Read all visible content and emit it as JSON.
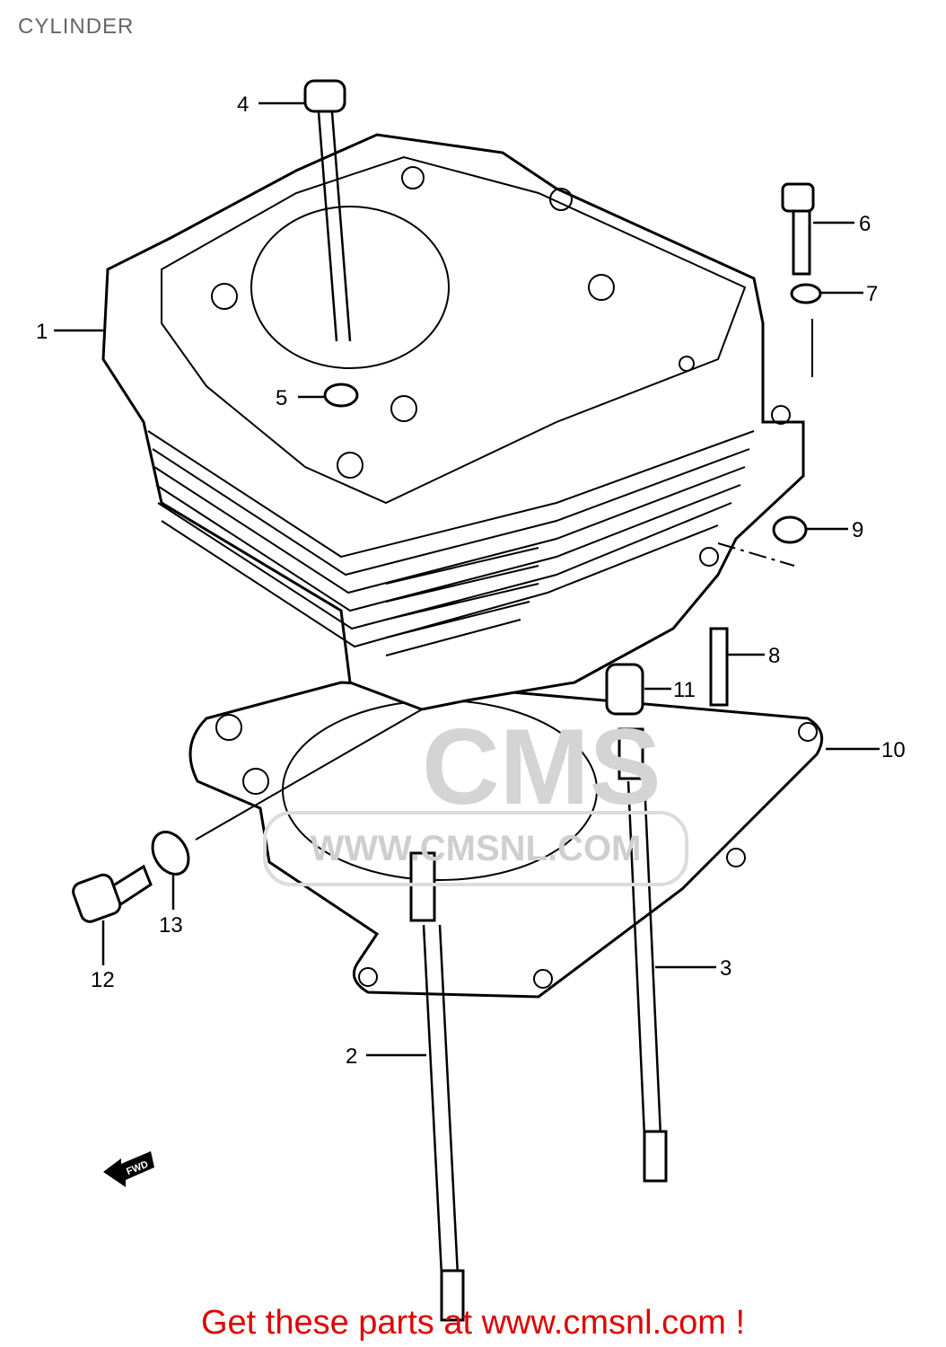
{
  "title": "CYLINDER",
  "footer": "Get these parts at www.cmsnl.com !",
  "watermark": {
    "logo": "CMS",
    "url": "WWW.CMSNL.COM"
  },
  "direction_marker": {
    "text": "FWD",
    "icon": "arrow-left-icon"
  },
  "callouts": [
    {
      "id": "1",
      "label": "1"
    },
    {
      "id": "2",
      "label": "2"
    },
    {
      "id": "3",
      "label": "3"
    },
    {
      "id": "4",
      "label": "4"
    },
    {
      "id": "5",
      "label": "5"
    },
    {
      "id": "6",
      "label": "6"
    },
    {
      "id": "7",
      "label": "7"
    },
    {
      "id": "8",
      "label": "8"
    },
    {
      "id": "9",
      "label": "9"
    },
    {
      "id": "10",
      "label": "10"
    },
    {
      "id": "11",
      "label": "11"
    },
    {
      "id": "12",
      "label": "12"
    },
    {
      "id": "13",
      "label": "13"
    }
  ],
  "colors": {
    "footer": "#e00000",
    "title": "#666666",
    "line": "#000000"
  }
}
